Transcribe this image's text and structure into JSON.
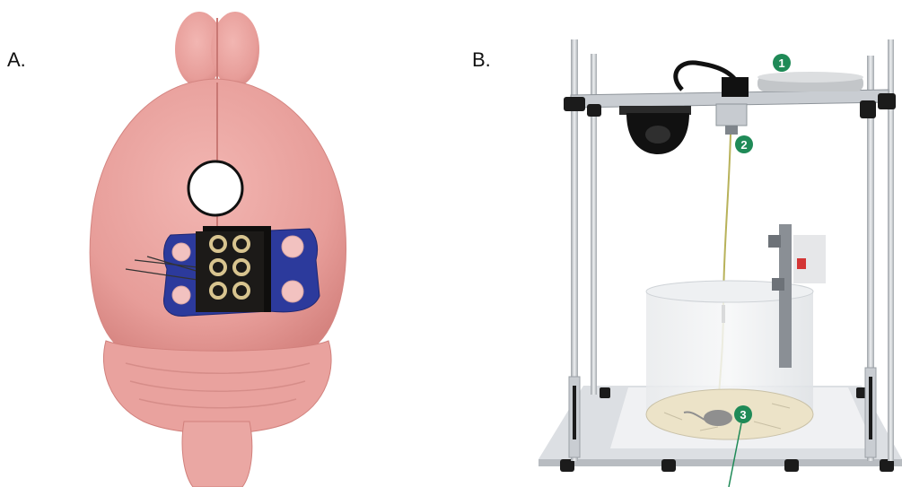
{
  "panels": {
    "a": {
      "label": "A."
    },
    "b": {
      "label": "B."
    }
  },
  "badges": [
    "1",
    "2",
    "3"
  ],
  "colors": {
    "brain": "#eaa3a0",
    "brain_shadow": "#d98886",
    "electrode_board": "#2c3a9c",
    "connector": "#1c1a18",
    "pin": "#d8c48f",
    "badge": "#1f8a57",
    "frame": "#c9cdd2",
    "frame_dark": "#1b1b1b"
  }
}
